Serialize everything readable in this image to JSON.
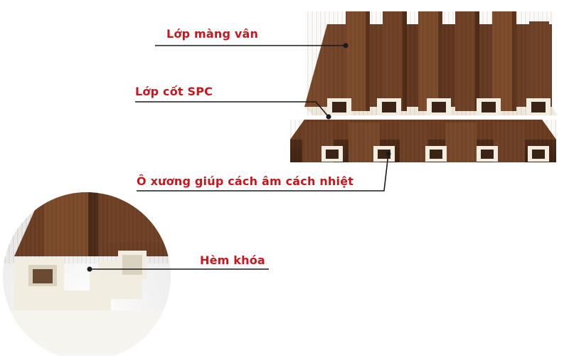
{
  "labels": {
    "veneer_layer": "Lớp màng vân",
    "spc_core": "Lớp cốt SPC",
    "hollow_cells": "Ô xương giúp cách âm cách nhiệt",
    "lock_groove": "Hèm khóa"
  },
  "colors": {
    "label_text": "#c8161d",
    "leader_line": "#1a1a1a",
    "wood_dark": "#4a2a17",
    "wood_mid": "#6b3f24",
    "wood_light": "#8a5634",
    "spc_core": "#f1ede1"
  }
}
